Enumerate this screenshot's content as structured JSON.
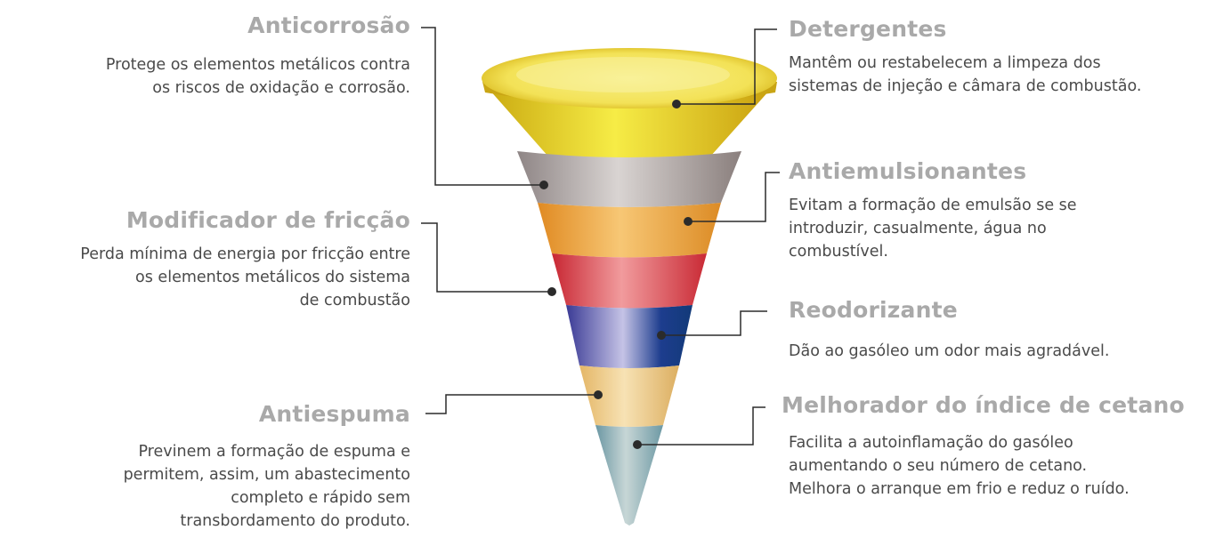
{
  "diagram": {
    "left": [
      {
        "title": "Anticorrosão",
        "lines": [
          "Protege os elementos metálicos contra",
          "os riscos de oxidação e corrosão."
        ]
      },
      {
        "title": "Modificador de fricção",
        "lines": [
          "Perda mínima de energia por fricção entre",
          "os elementos metálicos do sistema",
          "de combustão"
        ]
      },
      {
        "title": "Antiespuma",
        "lines": [
          "Previnem a formação de espuma e",
          "permitem, assim, um abastecimento",
          "completo e rápido sem",
          "transbordamento do produto."
        ]
      }
    ],
    "right": [
      {
        "title": "Detergentes",
        "lines": [
          "Mantêm ou restabelecem a limpeza dos",
          "sistemas de injeção e câmara de combustão."
        ]
      },
      {
        "title": "Antiemulsionantes",
        "lines": [
          "Evitam a formação de emulsão se se",
          "introduzir, casualmente, água no",
          "combustível."
        ]
      },
      {
        "title": "Reodorizante",
        "lines": [
          "Dão ao gasóleo um odor mais agradável."
        ]
      },
      {
        "title": "Melhorador do índice de cetano",
        "lines": [
          "Facilita a autoinflamação do gasóleo",
          "aumentando o seu número de cetano.",
          "Melhora o arranque em frio e reduz o ruído."
        ]
      }
    ],
    "colors": {
      "title": "#a9a9a9",
      "text": "#4a4a4a",
      "connector": "#2b2b2b",
      "layer_yellow": "#e3c51b",
      "layer_gray": "#9a8f8c",
      "layer_orange": "#e69a34",
      "layer_red": "#d6383a",
      "layer_blue": "#2b3f94",
      "layer_sand": "#e8c277",
      "layer_teal": "#7aa3ad"
    }
  }
}
